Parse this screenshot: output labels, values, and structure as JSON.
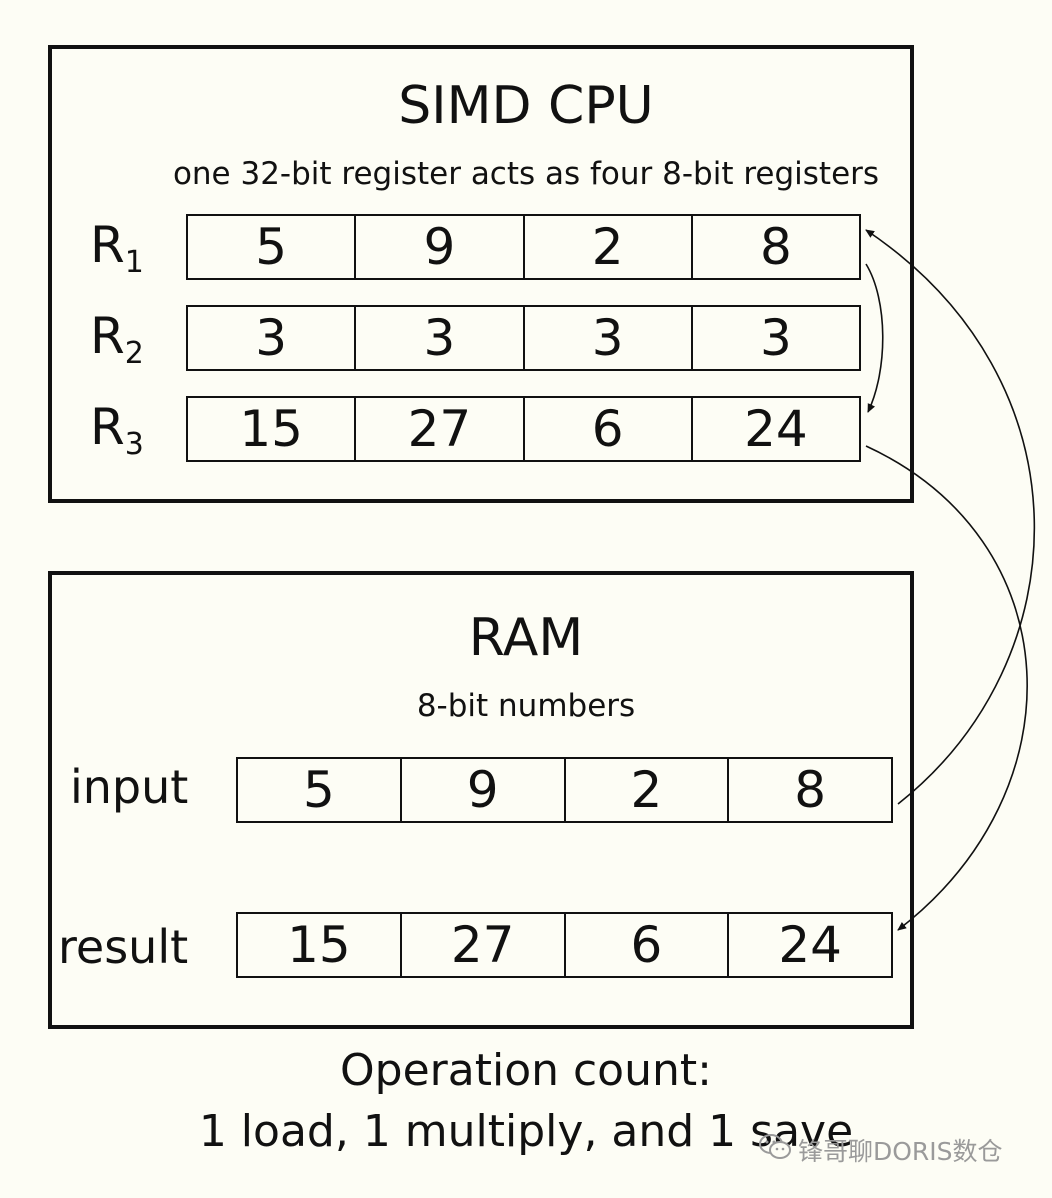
{
  "cpu": {
    "title": "SIMD CPU",
    "subtitle": "one 32-bit register acts as four 8-bit registers",
    "registers": [
      {
        "letter": "R",
        "index": "1",
        "values": [
          "5",
          "9",
          "2",
          "8"
        ]
      },
      {
        "letter": "R",
        "index": "2",
        "values": [
          "3",
          "3",
          "3",
          "3"
        ]
      },
      {
        "letter": "R",
        "index": "3",
        "values": [
          "15",
          "27",
          "6",
          "24"
        ]
      }
    ]
  },
  "ram": {
    "title": "RAM",
    "subtitle": "8-bit numbers",
    "rows": [
      {
        "label": "input",
        "values": [
          "5",
          "9",
          "2",
          "8"
        ]
      },
      {
        "label": "result",
        "values": [
          "15",
          "27",
          "6",
          "24"
        ]
      }
    ]
  },
  "footer": {
    "line1": "Operation count:",
    "line2": "1 load, 1 multiply, and 1 save"
  },
  "watermark": {
    "text": "锋哥聊DORIS数仓",
    "icon": "wechat-icon"
  }
}
